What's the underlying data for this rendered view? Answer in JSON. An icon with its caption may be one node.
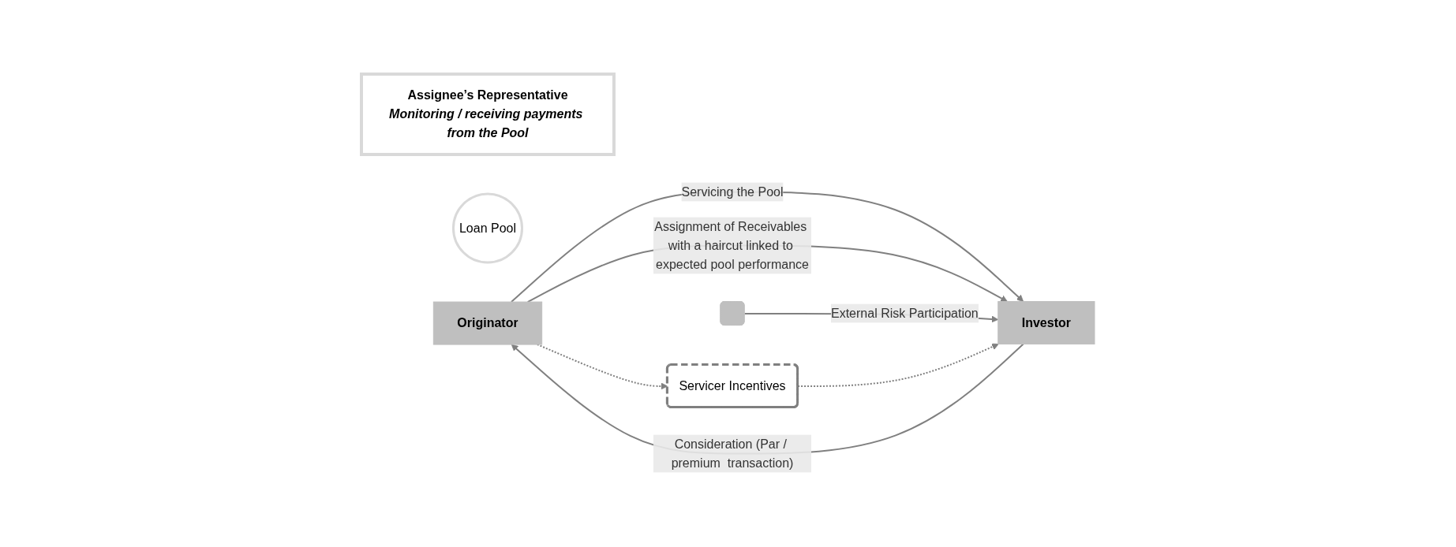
{
  "diagram": {
    "nodes": [
      {
        "text": [
          "Assignee’s Representative",
          "Monitoring / receiving payments from the Pool"
        ]
      },
      {
        "text": [
          "Loan Pool"
        ]
      },
      {
        "text": [
          "Originator"
        ]
      },
      {
        "text": [
          "Investor"
        ]
      },
      {
        "text": [],
        "shape": "box"
      },
      {
        "text": [
          "Servicer Incentives"
        ]
      }
    ],
    "edges": [
      {
        "from": 2,
        "to": 3,
        "arrow": "to",
        "label": "Servicing the Pool"
      },
      {
        "from": 2,
        "to": 3,
        "arrow": "to",
        "label": "Assignment of Receivables with a haircut linked to expected pool performance"
      },
      {
        "from": 3,
        "to": 2,
        "arrow": "to",
        "label": "Consideration (Par / premium  transaction)"
      },
      {
        "from": 4,
        "to": 3,
        "arrow": "to",
        "label": "External Risk Participation"
      },
      {
        "from": 2,
        "to": 5,
        "arrow": "to",
        "style": "dashed"
      },
      {
        "from": 5,
        "to": 3,
        "arrow": "to",
        "style": "dashed"
      }
    ]
  }
}
